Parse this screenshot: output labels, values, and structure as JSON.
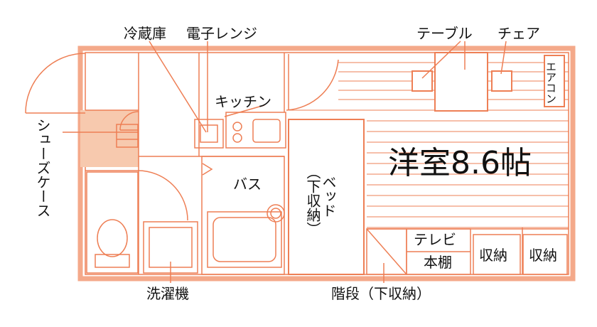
{
  "labels": {
    "refrigerator": "冷蔵庫",
    "microwave": "電子レンジ",
    "table": "テーブル",
    "chair": "チェア",
    "aircon": "エアコン",
    "kitchen": "キッチン",
    "shoe_case": "シューズケース",
    "bath": "バス",
    "bed": "ベッド",
    "bed_note": "（下収納）",
    "room": "洋室8.6帖",
    "tv": "テレビ",
    "shelf": "本棚",
    "storage1": "収納",
    "storage2": "収納",
    "washer": "洗濯機",
    "stairs": "階段（下収納）"
  },
  "colors": {
    "line": "#ee7f55",
    "fill": "#f7d2bc",
    "text": "#111111"
  }
}
